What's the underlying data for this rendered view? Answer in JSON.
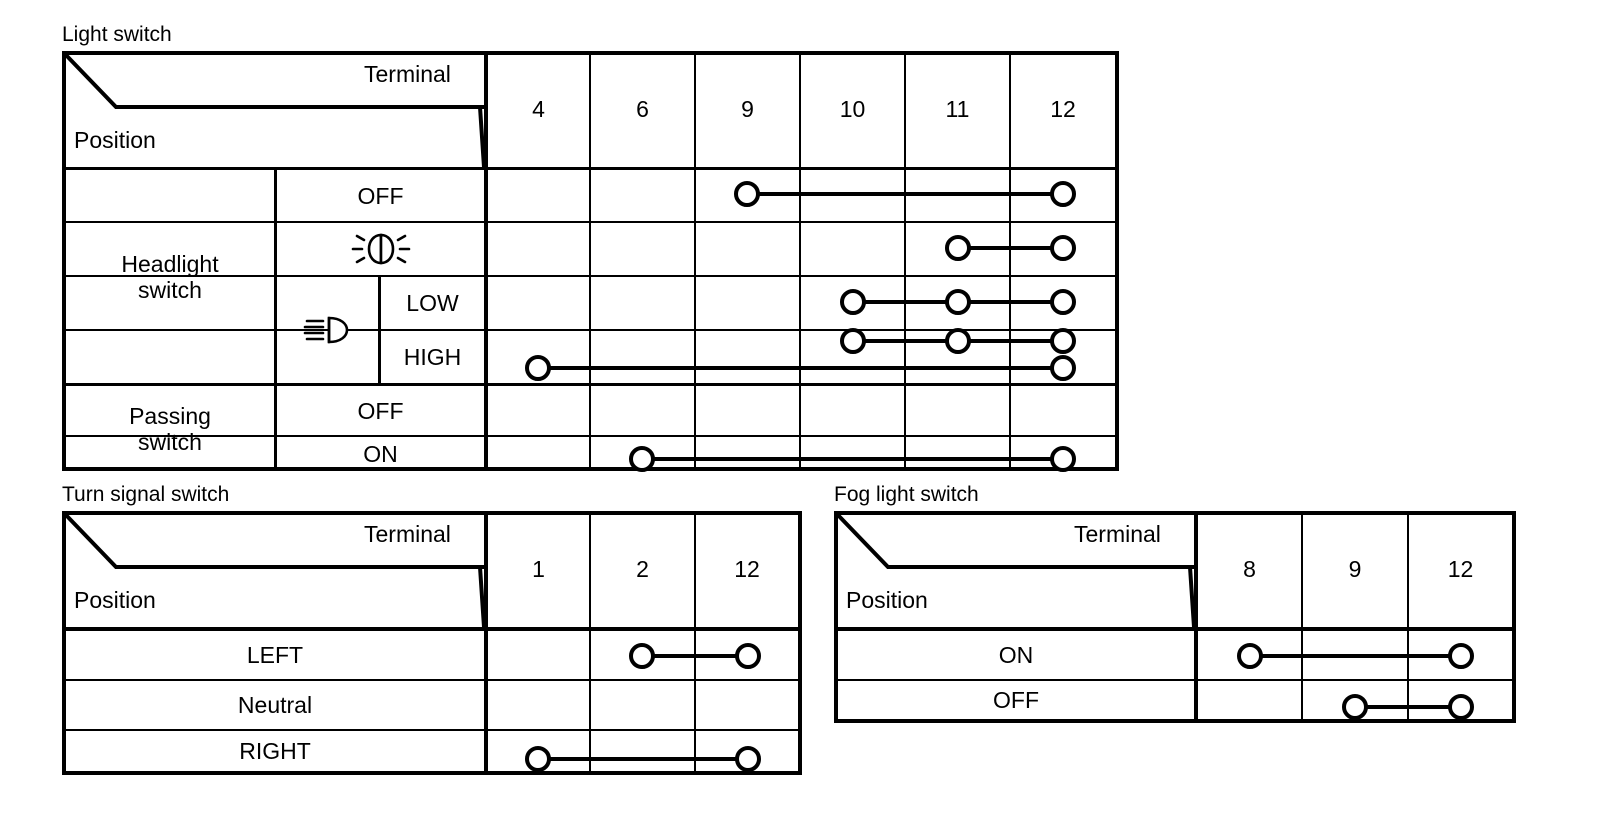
{
  "tables": [
    {
      "id": "light-switch",
      "caption": "Light switch",
      "corner": {
        "terminal_label": "Terminal",
        "position_label": "Position"
      },
      "terminals": [
        "4",
        "6",
        "9",
        "10",
        "11",
        "12"
      ],
      "groups": [
        {
          "label": "Headlight\nswitch"
        },
        {
          "label": "Passing\nswitch"
        }
      ],
      "rows": [
        {
          "position": "OFF",
          "icon": "",
          "sub": "",
          "connections": [
            [
              "9",
              "12"
            ]
          ]
        },
        {
          "position": "",
          "icon": "position-light-icon",
          "sub": "",
          "connections": [
            [
              "11",
              "12"
            ]
          ]
        },
        {
          "position": "LOW",
          "icon": "low-beam-icon",
          "sub": "LOW",
          "connections": [
            [
              "10",
              "11",
              "12"
            ]
          ]
        },
        {
          "position": "HIGH",
          "icon": "low-beam-icon",
          "sub": "HIGH",
          "connections": [
            [
              "10",
              "11",
              "12"
            ],
            [
              "4",
              "12"
            ]
          ]
        },
        {
          "position": "OFF",
          "icon": "",
          "sub": "",
          "connections": []
        },
        {
          "position": "ON",
          "icon": "",
          "sub": "",
          "connections": [
            [
              "6",
              "12"
            ]
          ]
        }
      ]
    },
    {
      "id": "turn-signal-switch",
      "caption": "Turn signal switch",
      "corner": {
        "terminal_label": "Terminal",
        "position_label": "Position"
      },
      "terminals": [
        "1",
        "2",
        "12"
      ],
      "rows": [
        {
          "position": "LEFT",
          "connections": [
            [
              "2",
              "12"
            ]
          ]
        },
        {
          "position": "Neutral",
          "connections": []
        },
        {
          "position": "RIGHT",
          "connections": [
            [
              "1",
              "12"
            ]
          ]
        }
      ]
    },
    {
      "id": "fog-light-switch",
      "caption": "Fog light switch",
      "corner": {
        "terminal_label": "Terminal",
        "position_label": "Position"
      },
      "terminals": [
        "8",
        "9",
        "12"
      ],
      "rows": [
        {
          "position": "ON",
          "connections": [
            [
              "8",
              "12"
            ]
          ]
        },
        {
          "position": "OFF",
          "connections": [
            [
              "9",
              "12"
            ]
          ]
        }
      ]
    }
  ],
  "colors": {
    "line": "#000000",
    "background": "#ffffff"
  }
}
